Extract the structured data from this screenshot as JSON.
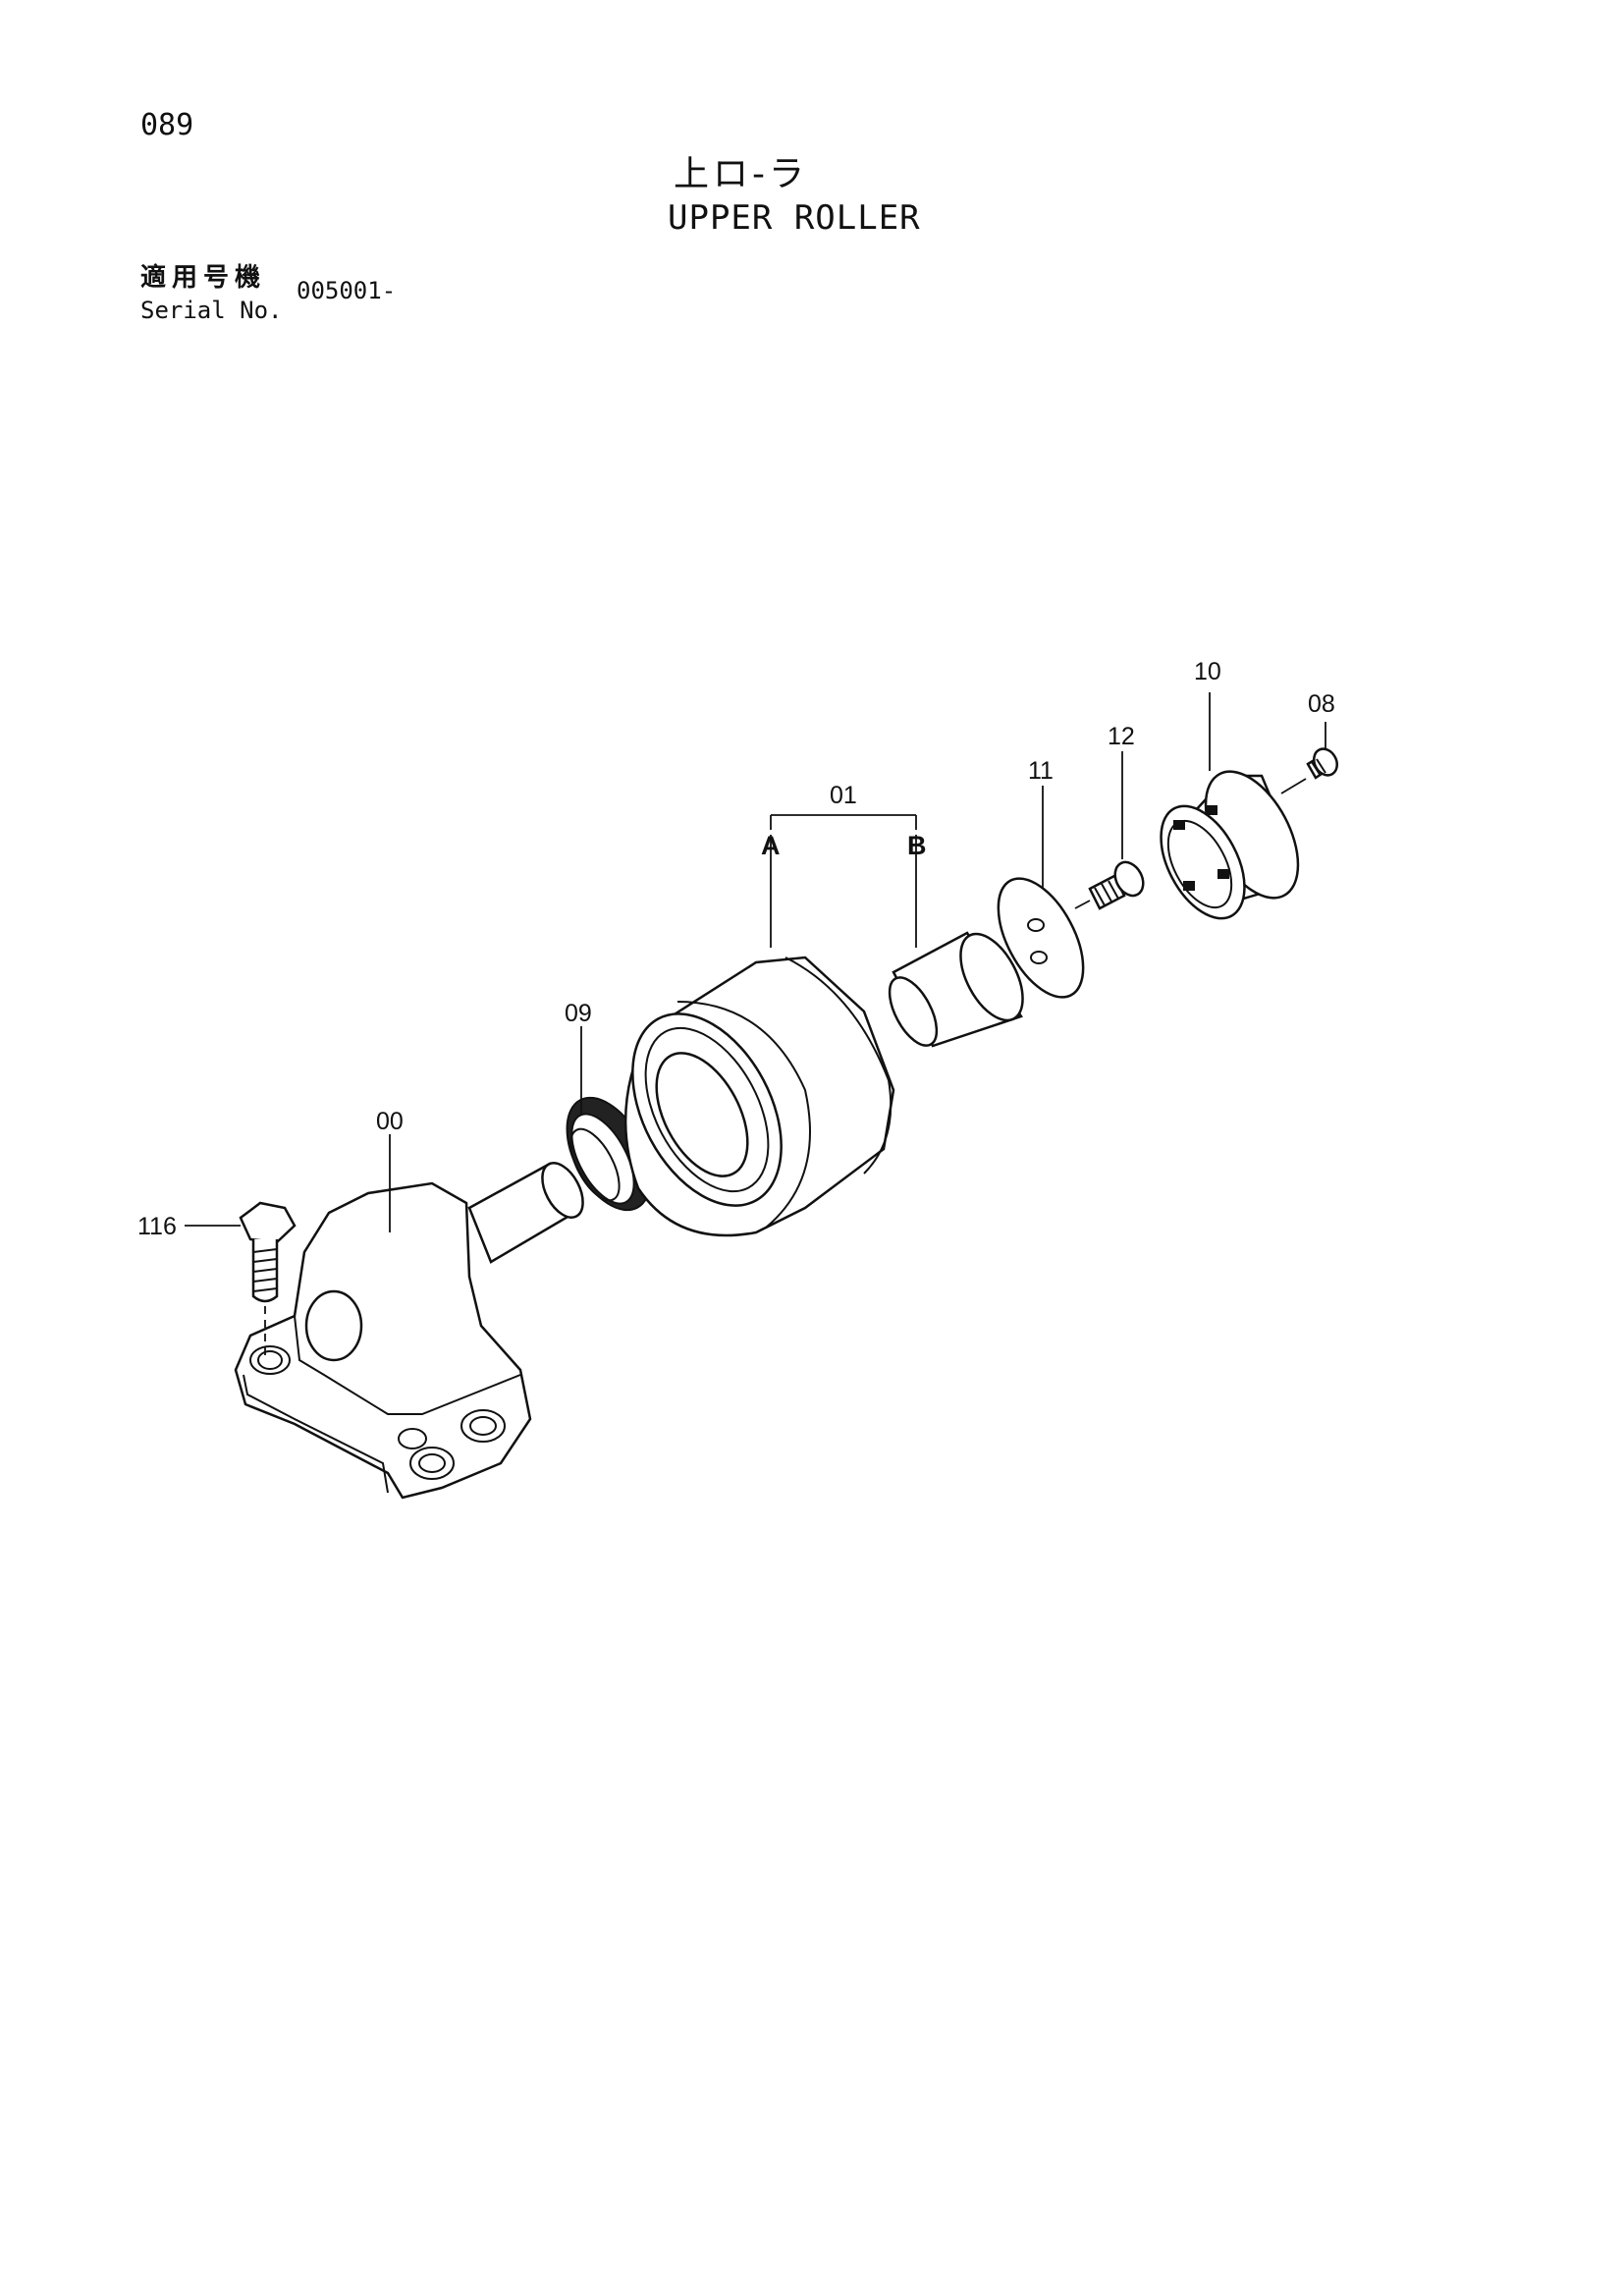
{
  "header": {
    "page_number": "089",
    "title_jp": "上ロ-ラ",
    "title_en": "UPPER ROLLER",
    "serial_label_jp": "適用号機",
    "serial_label_en": "Serial No.",
    "serial_value": "005001-"
  },
  "callouts": {
    "roller_assembly": "01",
    "roller_side_a": "A",
    "roller_side_b": "B",
    "bracket": "00",
    "seal": "09",
    "bolt": "116",
    "washer": "11",
    "screw": "12",
    "cover": "10",
    "plug": "08"
  }
}
